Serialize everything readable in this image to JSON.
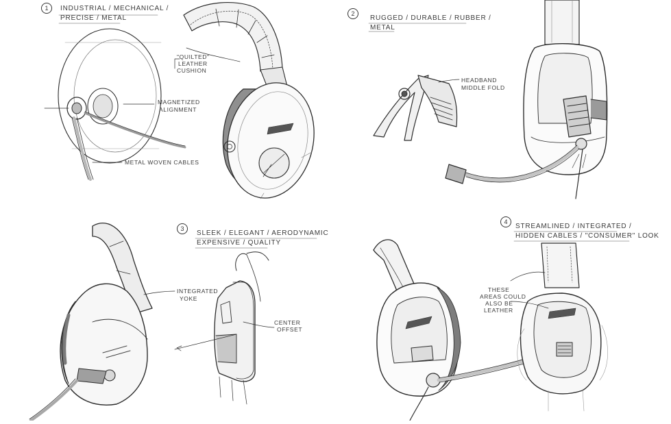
{
  "concepts": [
    {
      "number": "1",
      "keywords_line1": "Industrial / Mechanical /",
      "keywords_line2": "Precise / Metal",
      "callouts": {
        "cushion": [
          "\"Quilted\"",
          "leather",
          "cushion"
        ],
        "alignment": [
          "Magnetized",
          "alignment"
        ],
        "cables": "Metal woven cables"
      }
    },
    {
      "number": "2",
      "keywords_line1": "Rugged / Durable / Rubber /",
      "keywords_line2": "Metal",
      "callouts": {
        "fold": [
          "Headband",
          "middle fold"
        ]
      }
    },
    {
      "number": "3",
      "keywords_line1": "Sleek / Elegant / Aerodynamic",
      "keywords_line2": "Expensive / Quality",
      "callouts": {
        "yoke": [
          "Integrated",
          "yoke"
        ],
        "offset": [
          "Center",
          "offset"
        ]
      }
    },
    {
      "number": "4",
      "keywords_line1": "Streamlined / Integrated /",
      "keywords_line2": "Hidden cables / \"Consumer\" look",
      "callouts": {
        "leather": [
          "These",
          "areas could",
          "also be",
          "leather"
        ]
      }
    }
  ],
  "colors": {
    "ink": "#2b2b2b",
    "marker_light": "#d6d6d6",
    "marker_mid": "#a9a9a9",
    "marker_dark": "#6e6e6e",
    "paper": "#ffffff"
  }
}
